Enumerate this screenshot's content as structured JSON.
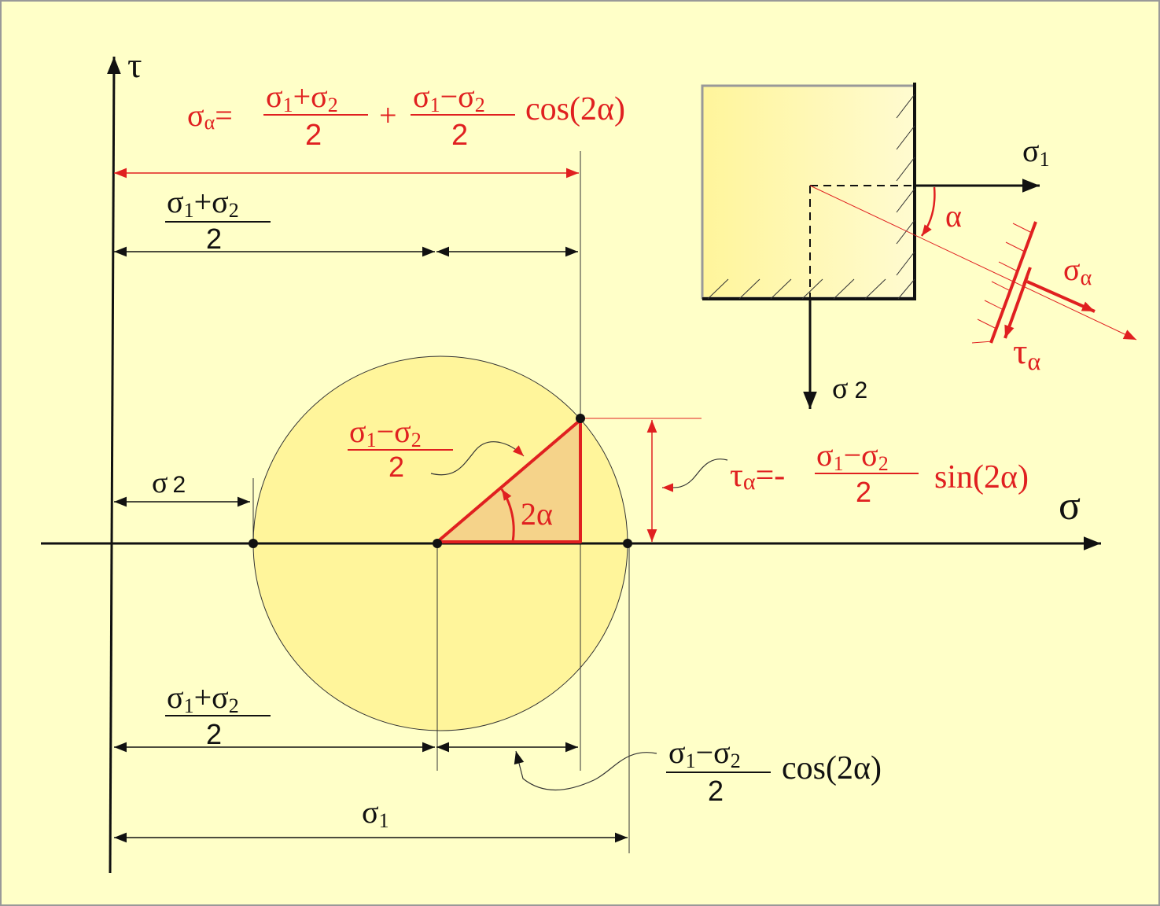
{
  "colors": {
    "background": "#ffffc8",
    "circle_fill": "#fff59b",
    "element_fill": "#fff59b",
    "triangle_fill": "#f5d38a",
    "red": "#e02020",
    "black": "#111111"
  },
  "axes": {
    "tau": "τ",
    "sigma": "σ"
  },
  "labels": {
    "sym_sigma": "σ",
    "sym_alpha": "α",
    "sym_tau": "τ",
    "sub_1": "1",
    "sub_2": "2",
    "plus": "+",
    "minus": "−",
    "eq": "=",
    "eq_minus": "=-",
    "denominator_2": "2",
    "cos_2a": "cos(2α)",
    "sin_2a": "sin(2α)",
    "two_alpha": "2α",
    "sigma_2_spaced": "σ 2",
    "sigma_2_element": "σ 2"
  }
}
